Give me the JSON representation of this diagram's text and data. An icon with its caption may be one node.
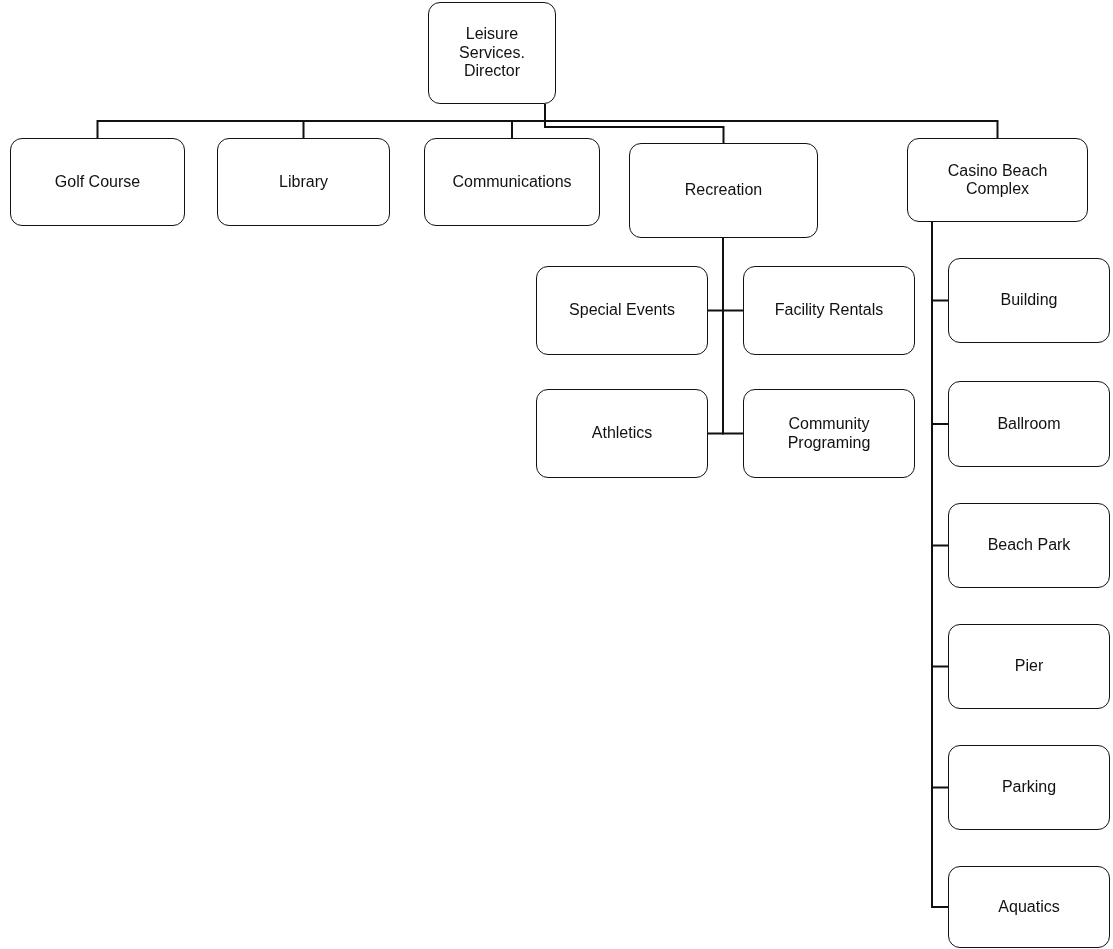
{
  "diagram": {
    "nodes": [
      {
        "text": [
          "Leisure Services. Director"
        ]
      },
      {
        "text": [
          "Golf Course"
        ]
      },
      {
        "text": [
          "Library"
        ]
      },
      {
        "text": [
          "Communications"
        ]
      },
      {
        "text": [
          "Recreation"
        ]
      },
      {
        "text": [
          "Casino Beach Complex"
        ]
      },
      {
        "text": [
          "Special Events"
        ]
      },
      {
        "text": [
          "Facility Rentals"
        ]
      },
      {
        "text": [
          "Athletics"
        ]
      },
      {
        "text": [
          "Community Programing"
        ]
      },
      {
        "text": [
          "Building"
        ]
      },
      {
        "text": [
          "Ballroom"
        ]
      },
      {
        "text": [
          "Beach Park"
        ]
      },
      {
        "text": [
          "Pier"
        ]
      },
      {
        "text": [
          "Parking"
        ]
      },
      {
        "text": [
          "Aquatics"
        ]
      }
    ],
    "edges": [
      {
        "from": 0,
        "to": 1,
        "arrow": "none"
      },
      {
        "from": 0,
        "to": 2,
        "arrow": "none"
      },
      {
        "from": 0,
        "to": 3,
        "arrow": "none"
      },
      {
        "from": 0,
        "to": 4,
        "arrow": "none"
      },
      {
        "from": 0,
        "to": 5,
        "arrow": "none"
      },
      {
        "from": 4,
        "to": 6,
        "arrow": "none"
      },
      {
        "from": 4,
        "to": 7,
        "arrow": "none"
      },
      {
        "from": 4,
        "to": 8,
        "arrow": "none"
      },
      {
        "from": 4,
        "to": 9,
        "arrow": "none"
      },
      {
        "from": 5,
        "to": 10,
        "arrow": "none"
      },
      {
        "from": 5,
        "to": 11,
        "arrow": "none"
      },
      {
        "from": 5,
        "to": 12,
        "arrow": "none"
      },
      {
        "from": 5,
        "to": 13,
        "arrow": "none"
      },
      {
        "from": 5,
        "to": 14,
        "arrow": "none"
      },
      {
        "from": 5,
        "to": 15,
        "arrow": "none"
      }
    ]
  }
}
